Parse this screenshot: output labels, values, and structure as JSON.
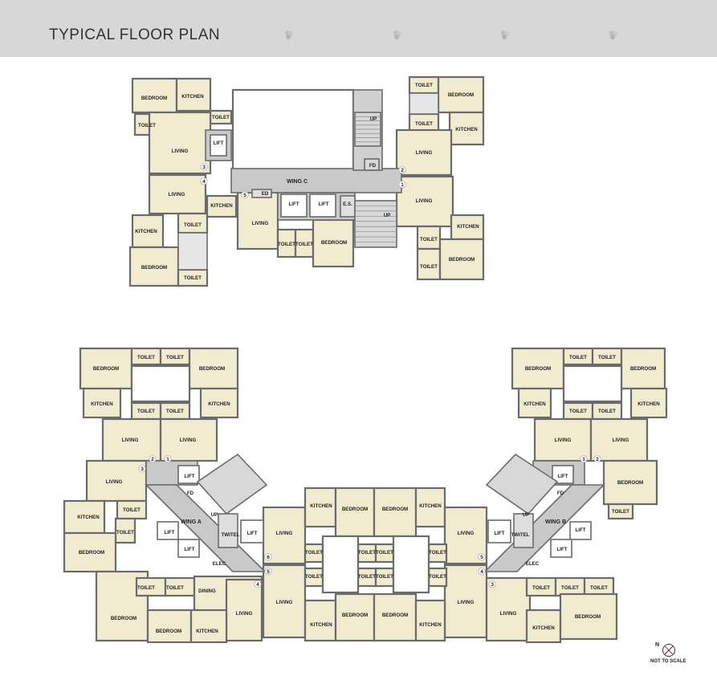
{
  "header": {
    "title": "TYPICAL FLOOR PLAN"
  },
  "colors": {
    "header_bg": "#d7d7d7",
    "room_fill": "#f1ecd0",
    "wall": "#6b6b6b",
    "corridor": "#c9c9c9",
    "void": "#ffffff"
  },
  "compass": {
    "north_label": "N",
    "note": "NOT TO SCALE"
  },
  "labels": {
    "bedroom": "BEDROOM",
    "kitchen": "KITCHEN",
    "toilet": "TOILET",
    "living": "LIVING",
    "lift": "LIFT",
    "dining": "DINING",
    "up": "UP",
    "fd": "FD",
    "ed": "ED",
    "es": "E.S.",
    "elec": "ELEC",
    "twitel": "TWITEL",
    "wing_a": "WING A",
    "wing_b": "WING B",
    "wing_c": "WING C"
  },
  "flat_numbers": [
    "1",
    "2",
    "3",
    "4",
    "5",
    "6"
  ]
}
